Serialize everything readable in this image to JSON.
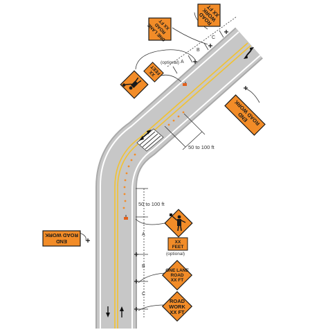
{
  "colors": {
    "sign_orange": "#f28c28",
    "road_gray": "#bdbdbd",
    "centerline_yellow": "#f2c230",
    "edge_white": "#ffffff",
    "text_dark": "#1a1a1a"
  },
  "signs": {
    "road_work_top": [
      "ROAD",
      "WORK",
      "XX FT"
    ],
    "one_lane_top": [
      "ONE LANE",
      "ROAD",
      "XX FT"
    ],
    "flagger_top": "flagger-icon",
    "feet_top": [
      "XX",
      "FEET"
    ],
    "end_road_work_right": [
      "END",
      "ROAD WORK"
    ],
    "end_road_work_left": [
      "END",
      "ROAD WORK"
    ],
    "flagger_bottom": "flagger-icon",
    "feet_bottom": [
      "XX",
      "FEET"
    ],
    "one_lane_bottom": [
      "ONE LANE",
      "ROAD",
      "XX FT"
    ],
    "road_work_bottom": [
      "ROAD",
      "WORK",
      "XX FT"
    ]
  },
  "labels": {
    "optional_top": "(optional)",
    "optional_bottom": "(optional)",
    "dist_50_100_mid": "50 to 100 ft",
    "dist_50_100_bottom": "50 to 100 ft",
    "A_top": "A",
    "B_top": "B",
    "C_top": "C",
    "A_bottom": "A",
    "B_bottom": "B",
    "C_bottom": "C"
  }
}
